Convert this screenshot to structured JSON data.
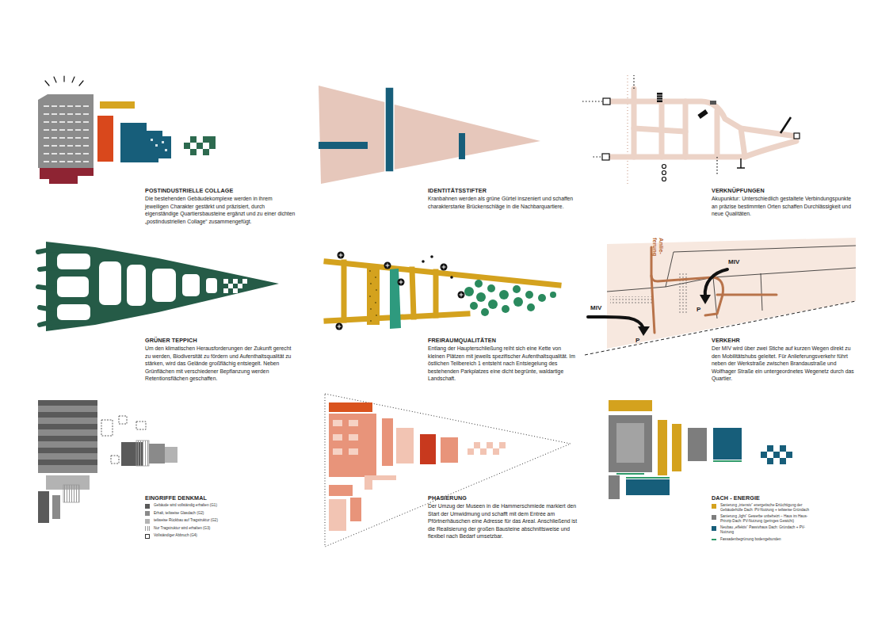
{
  "diagram": {
    "labels": [
      "POSTINDUSTRIELLE COLLAGE",
      "Die bestehenden Gebäudekomplexe werden in ihrem jeweiligen Charakter gestärkt und präzisiert, durch eigenständige Quartiersbausteine ergänzt und zu einer dichten „postindustriellen Collage“ zusammengefügt.",
      "IDENTITÄTSSTIFTER",
      "Kranbahnen werden als grüne Gürtel inszeniert und schaffen charakterstarke Brückenschläge in die Nachbarquartiere.",
      "VERKNÜPFUNGEN",
      "Akupunktur: Unterschiedlich gestaltete Verbindungspunkte an präzise bestimmten Orten schaffen Durchlässigkeit und neue Qualitäten.",
      "GRÜNER TEPPICH",
      "Um den klimatischen Herausforderungen der Zukunft gerecht zu werden, Biodiversität zu fördern und Aufenthaltsqualität zu stärken, wird das Gelände großflächig entsiegelt. Neben Grünflächen mit verschiedener Bepflanzung werden Retentionsflächen geschaffen.",
      "FREIRAUMQUALITÄTEN",
      "Entlang der Haupterschließung reiht sich eine Kette von kleinen Plätzen mit jeweils spezifischer Aufenthaltsqualität. Im östlichen Teilbereich 1 entsteht nach Entsiegelung des bestehenden Parkplatzes eine dicht begrünte, waldartige Landschaft.",
      "VERKEHR",
      "Der MIV wird über zwei Stiche auf kurzen Wegen direkt zu den Mobilitätshubs geleitet. Für Anlieferungsverkehr führt neben der Werkstraße zwischen Brandaustraße und Wolfhager Straße ein untergeordnetes Wegenetz durch das Quartier.",
      "EINGRIFFE DENKMAL",
      "PHASIERUNG",
      "Der Umzug der Museen in die Hammerschmiede markiert den Start der Umwidmung und schafft mit dem Entrée am Pförtnerhäuschen eine Adresse für das Areal. Anschließend ist die Realisierung der großen Bausteine abschnittsweise und flexibel nach Bedarf umsetzbar.",
      "DACH - ENERGIE",
      "Anlie- ferung",
      "MIV",
      "MIV",
      "P",
      "P"
    ],
    "legend": [
      {
        "text": "Gebäude wird vollständig erhalten (G1)",
        "color": "#5a5a5a"
      },
      {
        "text": "Erhalt, teilweise Glasdach (G2)",
        "color": "#8a8a8a"
      },
      {
        "text": "teilweise Rückbau auf Tragstruktur (G2)",
        "color": "#b3b3b3"
      },
      {
        "text": "Nur Tragstruktur wird erhalten (G3)"
      },
      {
        "text": "Vollständiger Abbruch (G4)"
      },
      {
        "text": "Sanierung „intensiv“ energetische Ertüchtigung der Gebäudehülle Dach: PV-Nutzung + teilweise Gründach",
        "color": "#d4a21e"
      },
      {
        "text": "Sanierung „light“ Gewerbe unbeheizt – Haus im Haus- Prinzip Dach: PV-Nutzung (geringes Gewicht)",
        "color": "#7d7d7d"
      },
      {
        "text": "Neubau „effektiv“ Passivhaus Dach: Gründach + PV-Nutzung",
        "color": "#175e7a"
      },
      {
        "text": "Fassadenbegrünung bodengebunden"
      }
    ]
  }
}
